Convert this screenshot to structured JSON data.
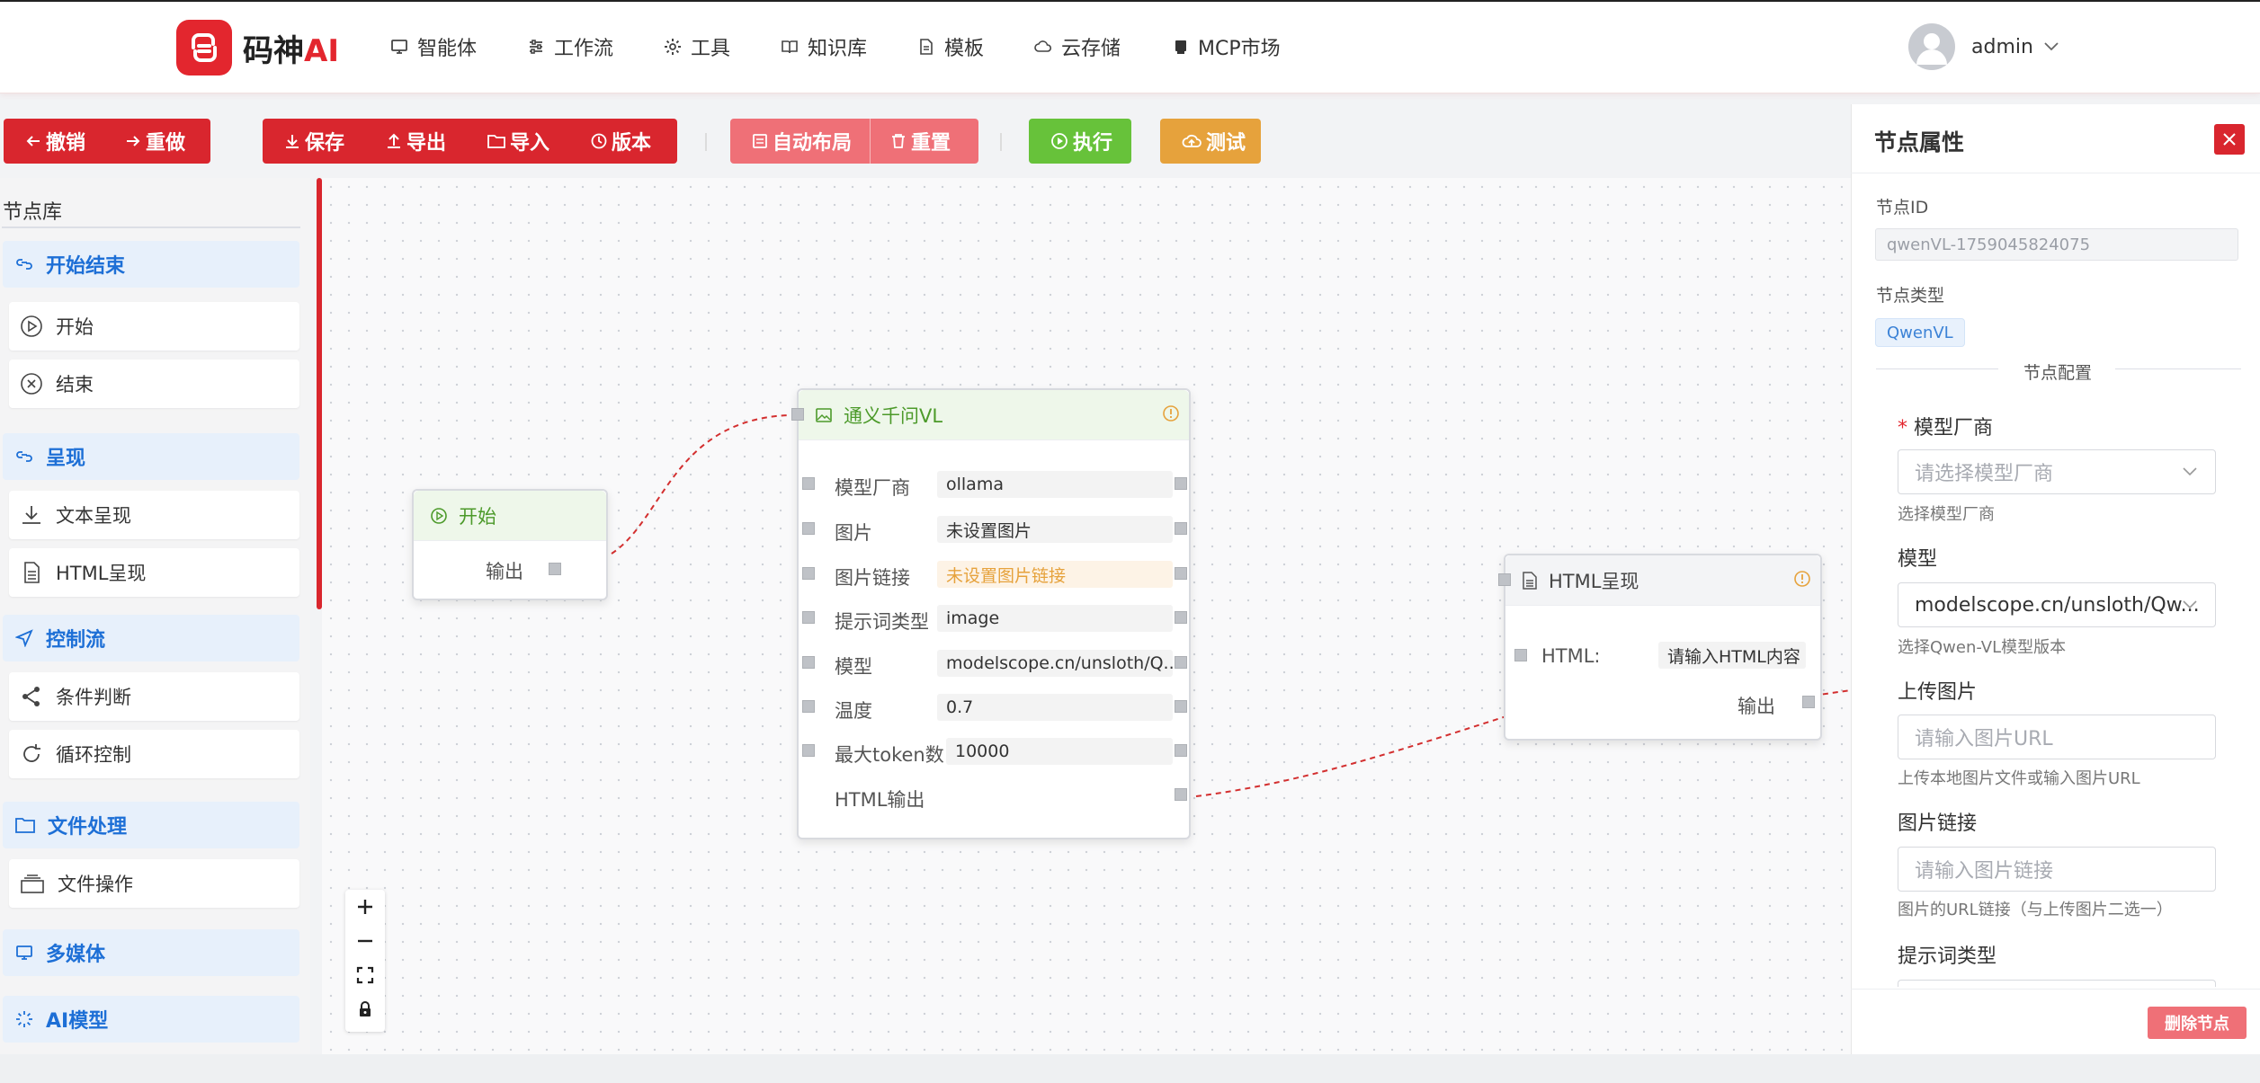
{
  "brand": {
    "name": "码神",
    "suffix": "AI"
  },
  "nav": [
    {
      "label": "智能体",
      "icon": "monitor-icon"
    },
    {
      "label": "工作流",
      "icon": "sliders-icon"
    },
    {
      "label": "工具",
      "icon": "gear-icon"
    },
    {
      "label": "知识库",
      "icon": "book-icon"
    },
    {
      "label": "模板",
      "icon": "document-icon"
    },
    {
      "label": "云存储",
      "icon": "cloud-icon"
    },
    {
      "label": "MCP市场",
      "icon": "server-icon"
    }
  ],
  "user": {
    "name": "admin"
  },
  "toolbar": {
    "undo": "撤销",
    "redo": "重做",
    "save": "保存",
    "export": "导出",
    "import": "导入",
    "version": "版本",
    "auto_layout": "自动布局",
    "reset": "重置",
    "run": "执行",
    "test": "测试"
  },
  "colors": {
    "brand_red": "#e3262e",
    "light_red": "#ef7077",
    "green": "#67c23a",
    "orange": "#e6a23c",
    "blue": "#1d6fd6"
  },
  "sidebar": {
    "title": "节点库",
    "groups": [
      {
        "label": "开始结束",
        "items": [
          "开始",
          "结束"
        ]
      },
      {
        "label": "呈现",
        "items": [
          "文本呈现",
          "HTML呈现"
        ]
      },
      {
        "label": "控制流",
        "items": [
          "条件判断",
          "循环控制"
        ]
      },
      {
        "label": "文件处理",
        "items": [
          "文件操作"
        ]
      },
      {
        "label": "多媒体",
        "items": []
      },
      {
        "label": "AI模型",
        "items": []
      }
    ]
  },
  "nodes": {
    "start": {
      "title": "开始",
      "output_label": "输出"
    },
    "qwen": {
      "title": "通义千问VL",
      "rows": [
        {
          "label": "模型厂商",
          "value": "ollama"
        },
        {
          "label": "图片",
          "value": "未设置图片"
        },
        {
          "label": "图片链接",
          "value": "未设置图片链接"
        },
        {
          "label": "提示词类型",
          "value": "image"
        },
        {
          "label": "模型",
          "value": "modelscope.cn/unsloth/Q..."
        },
        {
          "label": "温度",
          "value": "0.7"
        },
        {
          "label": "最大token数",
          "value": "10000"
        }
      ],
      "output_label": "HTML输出"
    },
    "html": {
      "title": "HTML呈现",
      "input_label": "HTML:",
      "input_value": "请输入HTML内容",
      "output_label": "输出"
    }
  },
  "panel": {
    "title": "节点属性",
    "node_id_label": "节点ID",
    "node_id_value": "qwenVL-1759045824075",
    "node_type_label": "节点类型",
    "node_type_value": "QwenVL",
    "section_title": "节点配置",
    "fields": [
      {
        "label": "模型厂商",
        "required": "*",
        "placeholder": "请选择模型厂商",
        "help": "选择模型厂商"
      },
      {
        "label": "模型",
        "value": "modelscope.cn/unsloth/Qw...",
        "help": "选择Qwen-VL模型版本"
      },
      {
        "label": "上传图片",
        "placeholder": "请输入图片URL",
        "help": "上传本地图片文件或输入图片URL"
      },
      {
        "label": "图片链接",
        "placeholder": "请输入图片链接",
        "help": "图片的URL链接（与上传图片二选一）"
      },
      {
        "label": "提示词类型"
      }
    ],
    "delete_button": "删除节点"
  }
}
